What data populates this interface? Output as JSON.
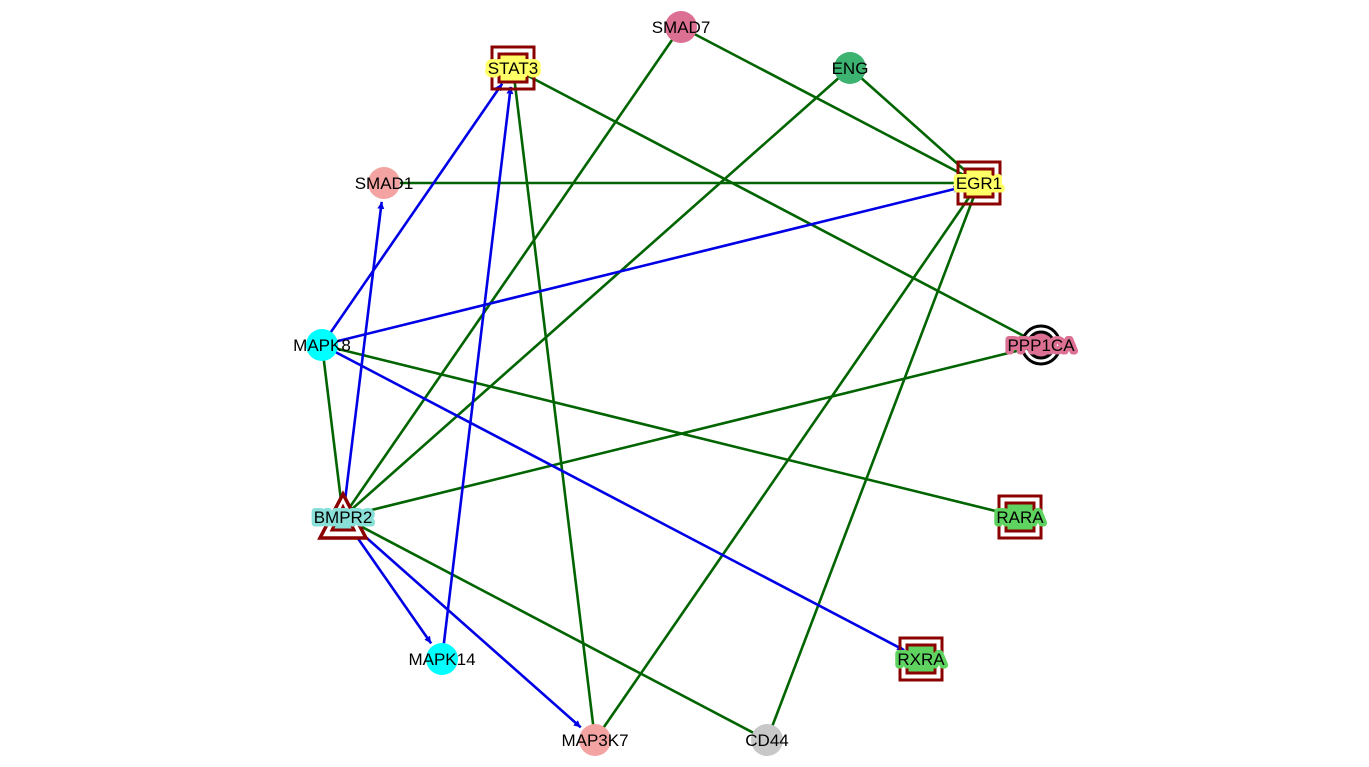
{
  "colors": {
    "activation_edge": "#0000e6",
    "association_edge": "#006400",
    "marker_outline": "#8b0000",
    "label_yellow": "#ffff66",
    "label_green": "#5fd35f",
    "label_pink": "#db7093",
    "label_turquoise": "#88e0d8"
  },
  "nodes": [
    {
      "id": "SMAD7",
      "label": "SMAD7",
      "color": "#db7093",
      "shape": "circle"
    },
    {
      "id": "STAT3",
      "label": "STAT3",
      "color": "#ffff66",
      "shape": "square",
      "label_bg": "#ffff66"
    },
    {
      "id": "ENG",
      "label": "ENG",
      "color": "#3cb371",
      "shape": "circle"
    },
    {
      "id": "SMAD1",
      "label": "SMAD1",
      "color": "#f4a3a3",
      "shape": "circle"
    },
    {
      "id": "EGR1",
      "label": "EGR1",
      "color": "#ffff66",
      "shape": "square",
      "label_bg": "#ffff66"
    },
    {
      "id": "MAPK8",
      "label": "MAPK8",
      "color": "#00ffff",
      "shape": "circle"
    },
    {
      "id": "PPP1CA",
      "label": "PPP1CA",
      "color": "#db7093",
      "shape": "ring",
      "label_bg": "#db7093"
    },
    {
      "id": "BMPR2",
      "label": "BMPR2",
      "color": "#88e0d8",
      "shape": "triangle",
      "label_bg": "#88e0d8"
    },
    {
      "id": "RARA",
      "label": "RARA",
      "color": "#5fd35f",
      "shape": "square",
      "label_bg": "#5fd35f"
    },
    {
      "id": "MAPK14",
      "label": "MAPK14",
      "color": "#00ffff",
      "shape": "circle"
    },
    {
      "id": "RXRA",
      "label": "RXRA",
      "color": "#5fd35f",
      "shape": "square",
      "label_bg": "#5fd35f"
    },
    {
      "id": "MAP3K7",
      "label": "MAP3K7",
      "color": "#f4a3a3",
      "shape": "circle"
    },
    {
      "id": "CD44",
      "label": "CD44",
      "color": "#c8c8c8",
      "shape": "circle"
    }
  ],
  "edges": [
    {
      "source": "SMAD7",
      "target": "EGR1",
      "type": "association"
    },
    {
      "source": "SMAD7",
      "target": "BMPR2",
      "type": "association"
    },
    {
      "source": "ENG",
      "target": "EGR1",
      "type": "association"
    },
    {
      "source": "ENG",
      "target": "BMPR2",
      "type": "association"
    },
    {
      "source": "STAT3",
      "target": "PPP1CA",
      "type": "association"
    },
    {
      "source": "STAT3",
      "target": "MAP3K7",
      "type": "association"
    },
    {
      "source": "SMAD1",
      "target": "EGR1",
      "type": "association"
    },
    {
      "source": "EGR1",
      "target": "MAP3K7",
      "type": "association"
    },
    {
      "source": "EGR1",
      "target": "CD44",
      "type": "association"
    },
    {
      "source": "MAPK8",
      "target": "BMPR2",
      "type": "association"
    },
    {
      "source": "MAPK8",
      "target": "RARA",
      "type": "association"
    },
    {
      "source": "PPP1CA",
      "target": "BMPR2",
      "type": "association"
    },
    {
      "source": "BMPR2",
      "target": "CD44",
      "type": "association"
    },
    {
      "source": "MAPK8",
      "target": "STAT3",
      "type": "activation"
    },
    {
      "source": "MAPK8",
      "target": "EGR1",
      "type": "activation"
    },
    {
      "source": "MAPK8",
      "target": "RXRA",
      "type": "activation"
    },
    {
      "source": "BMPR2",
      "target": "SMAD1",
      "type": "activation"
    },
    {
      "source": "BMPR2",
      "target": "MAPK14",
      "type": "activation"
    },
    {
      "source": "BMPR2",
      "target": "MAP3K7",
      "type": "activation"
    },
    {
      "source": "MAPK14",
      "target": "STAT3",
      "type": "activation"
    }
  ]
}
